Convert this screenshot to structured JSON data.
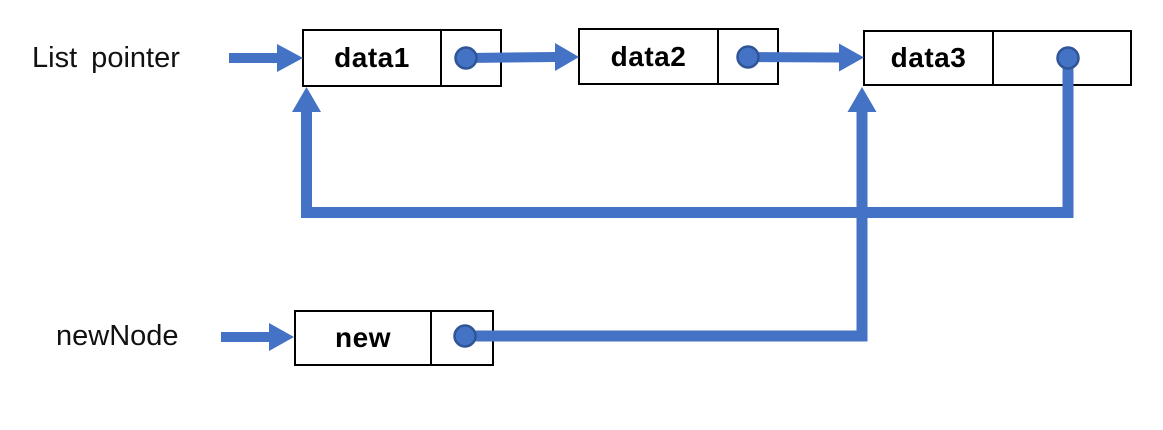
{
  "labels": {
    "list_pointer": "List pointer",
    "new_node": "newNode"
  },
  "nodes": [
    {
      "label": "data1"
    },
    {
      "label": "data2"
    },
    {
      "label": "data3"
    },
    {
      "label": "new"
    }
  ],
  "edges": [
    {
      "from": "List pointer",
      "to": "data1"
    },
    {
      "from": "data1",
      "to": "data2"
    },
    {
      "from": "data2",
      "to": "data3"
    },
    {
      "from": "data3",
      "to": "data1"
    },
    {
      "from": "newNode",
      "to": "new"
    },
    {
      "from": "new",
      "to": "data3"
    }
  ],
  "colors": {
    "arrow": "#4472C4",
    "dot_fill": "#4472C4",
    "dot_stroke": "#2F5597",
    "box_border": "#000000",
    "text": "#000000",
    "background": "#FFFFFF"
  }
}
